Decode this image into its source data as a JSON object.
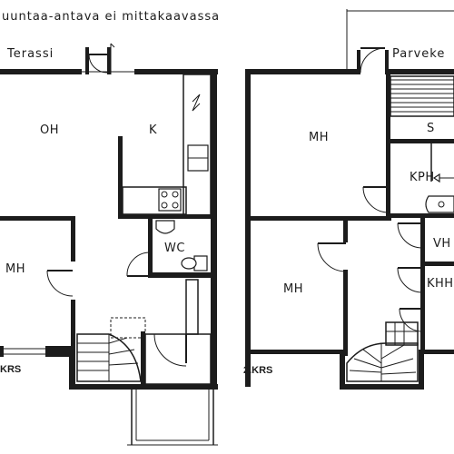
{
  "header": {
    "note": "uuntaa-antava ei mittakaavassa"
  },
  "outdoor": {
    "terrace": "Terassi",
    "balcony": "Parveke"
  },
  "floor1": {
    "rooms": {
      "oh": "OH",
      "k": "K",
      "wc": "WC",
      "mh": "MH"
    },
    "floor_label": "KRS"
  },
  "floor2": {
    "rooms": {
      "mh_top": "MH",
      "mh_bottom": "MH",
      "s": "S",
      "kph": "KPH",
      "vh": "VH",
      "khh": "KHH"
    },
    "floor_label": "2.KRS"
  }
}
